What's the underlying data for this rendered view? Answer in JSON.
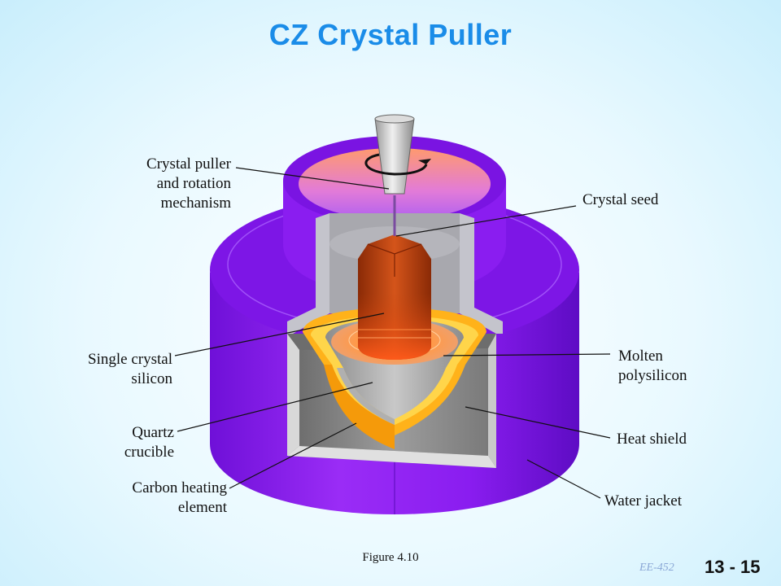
{
  "title": "CZ Crystal Puller",
  "labels": {
    "crystal_puller": [
      "Crystal puller",
      "and rotation",
      "mechanism"
    ],
    "crystal_seed": "Crystal seed",
    "single_crystal": [
      "Single crystal",
      "silicon"
    ],
    "molten": [
      "Molten",
      "polysilicon"
    ],
    "quartz": [
      "Quartz",
      "crucible"
    ],
    "heat_shield": "Heat shield",
    "carbon": [
      "Carbon heating",
      "element"
    ],
    "water_jacket": "Water jacket"
  },
  "figure_caption": "Figure 4.10",
  "course": "EE-452",
  "slide_number": "13 - 15",
  "colors": {
    "title": "#1a8ce8",
    "jacket": "#8a1df0",
    "jacket_dark": "#6a0fd0",
    "chamber_gray": "#8f8f8f",
    "melt_orange": "#ff7a2a",
    "heater_yellow": "#ffc020",
    "crystal": "#b83a0c"
  }
}
